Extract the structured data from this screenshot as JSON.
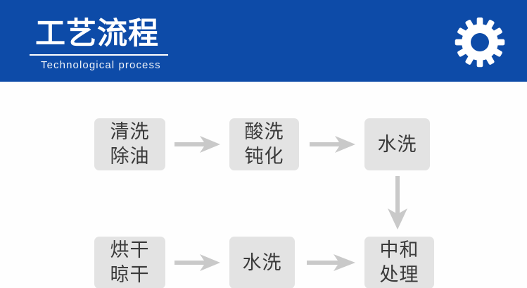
{
  "header": {
    "title": "工艺流程",
    "subtitle": "Technological process",
    "background_color": "#0d4ba8",
    "text_color": "#ffffff",
    "icon": "gear-icon"
  },
  "flow": {
    "box_color": "#e3e3e3",
    "box_text_color": "#3a3a3a",
    "arrow_color": "#c9c9c9",
    "rows": [
      {
        "boxes": [
          {
            "id": "r1c1",
            "lines": [
              "清洗",
              "除油"
            ]
          },
          {
            "id": "r1c2",
            "lines": [
              "酸洗",
              "钝化"
            ]
          },
          {
            "id": "r1c3",
            "lines": [
              "水洗"
            ]
          }
        ],
        "arrows": [
          {
            "id": "r1a",
            "direction": "right"
          },
          {
            "id": "r1b",
            "direction": "right"
          }
        ]
      },
      {
        "boxes": [
          {
            "id": "r2c1",
            "lines": [
              "烘干",
              "晾干"
            ]
          },
          {
            "id": "r2c2",
            "lines": [
              "水洗"
            ]
          },
          {
            "id": "r2c3",
            "lines": [
              "中和",
              "处理"
            ]
          }
        ],
        "arrows": [
          {
            "id": "r2a",
            "direction": "right"
          },
          {
            "id": "r2b",
            "direction": "right"
          }
        ]
      }
    ],
    "connector": {
      "id": "down",
      "direction": "down"
    }
  }
}
